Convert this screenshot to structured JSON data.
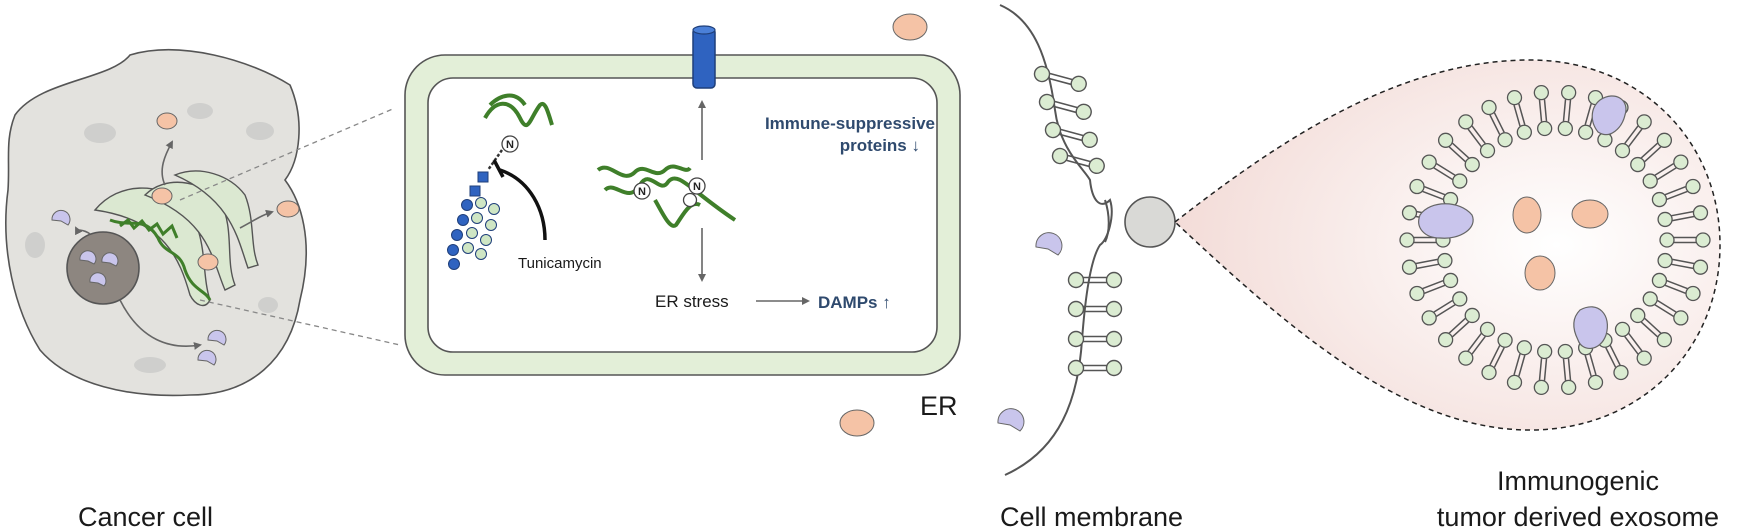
{
  "labels": {
    "cancer_cell": "Cancer cell",
    "er": "ER",
    "cell_membrane": "Cell membrane",
    "exosome_line1": "Immunogenic",
    "exosome_line2": "tumor derived exosome",
    "immune_line1": "Immune-suppressive",
    "immune_line2": "proteins ↓",
    "tunicamycin": "Tunicamycin",
    "er_stress": "ER stress",
    "damps": "DAMPs ↑",
    "glycan_n": "N"
  },
  "colors": {
    "er_lumen": "#e3efd8",
    "protein_green": "#3f7f2a",
    "receptor_blue": "#2f63c0",
    "cargo_orange": "#f5c3a6",
    "cargo_purple": "#c9c5ec",
    "lipid_head": "#dbecd2",
    "text_blue": "#2f4a6e",
    "cell_gray": "#e4e3df",
    "exosome_glow": "#f6e4e1"
  }
}
